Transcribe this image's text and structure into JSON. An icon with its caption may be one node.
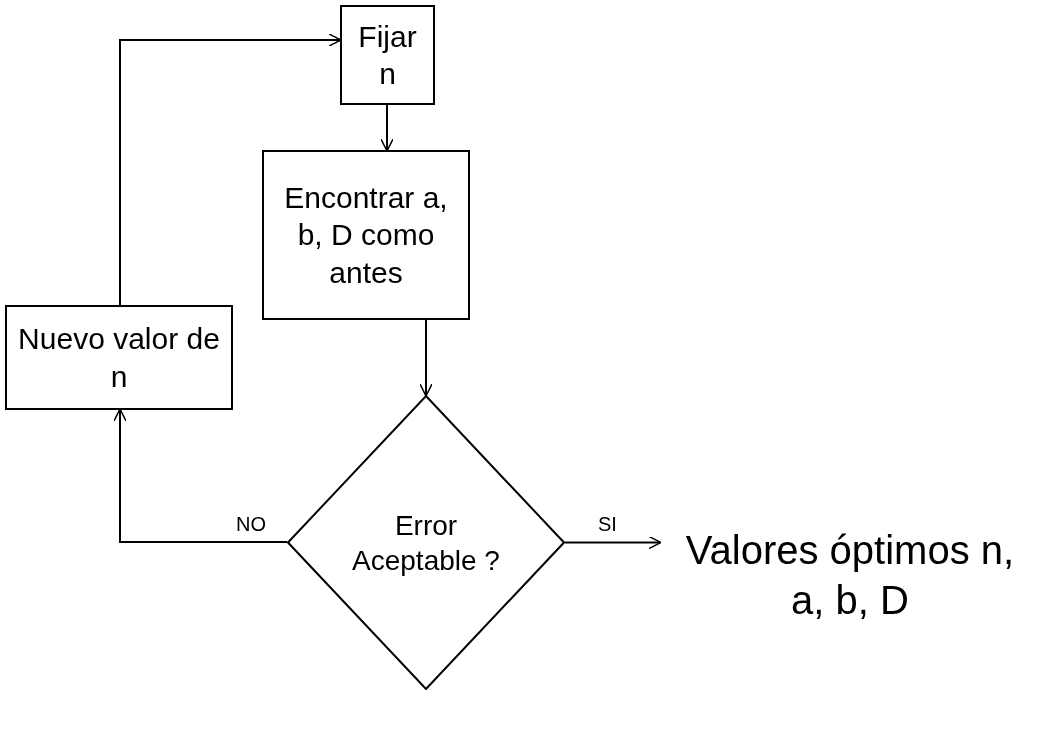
{
  "diagram": {
    "nodes": [
      {
        "text": [
          "Fijar n"
        ]
      },
      {
        "text": [
          "Encontrar a, b, D como antes"
        ]
      },
      {
        "text": [
          "Error Aceptable ?"
        ]
      },
      {
        "text": [
          "Nuevo valor de n"
        ]
      },
      {
        "text": [
          "Valores óptimos n, a, b, D"
        ]
      }
    ],
    "edges": [
      {
        "from": 0,
        "to": 1,
        "arrow": "to"
      },
      {
        "from": 1,
        "to": 2,
        "arrow": "to"
      },
      {
        "from": 2,
        "to": 3,
        "arrow": "to",
        "label": "NO"
      },
      {
        "from": 3,
        "to": 0,
        "arrow": "to"
      },
      {
        "from": 2,
        "to": 4,
        "arrow": "to",
        "label": "SI"
      }
    ]
  }
}
